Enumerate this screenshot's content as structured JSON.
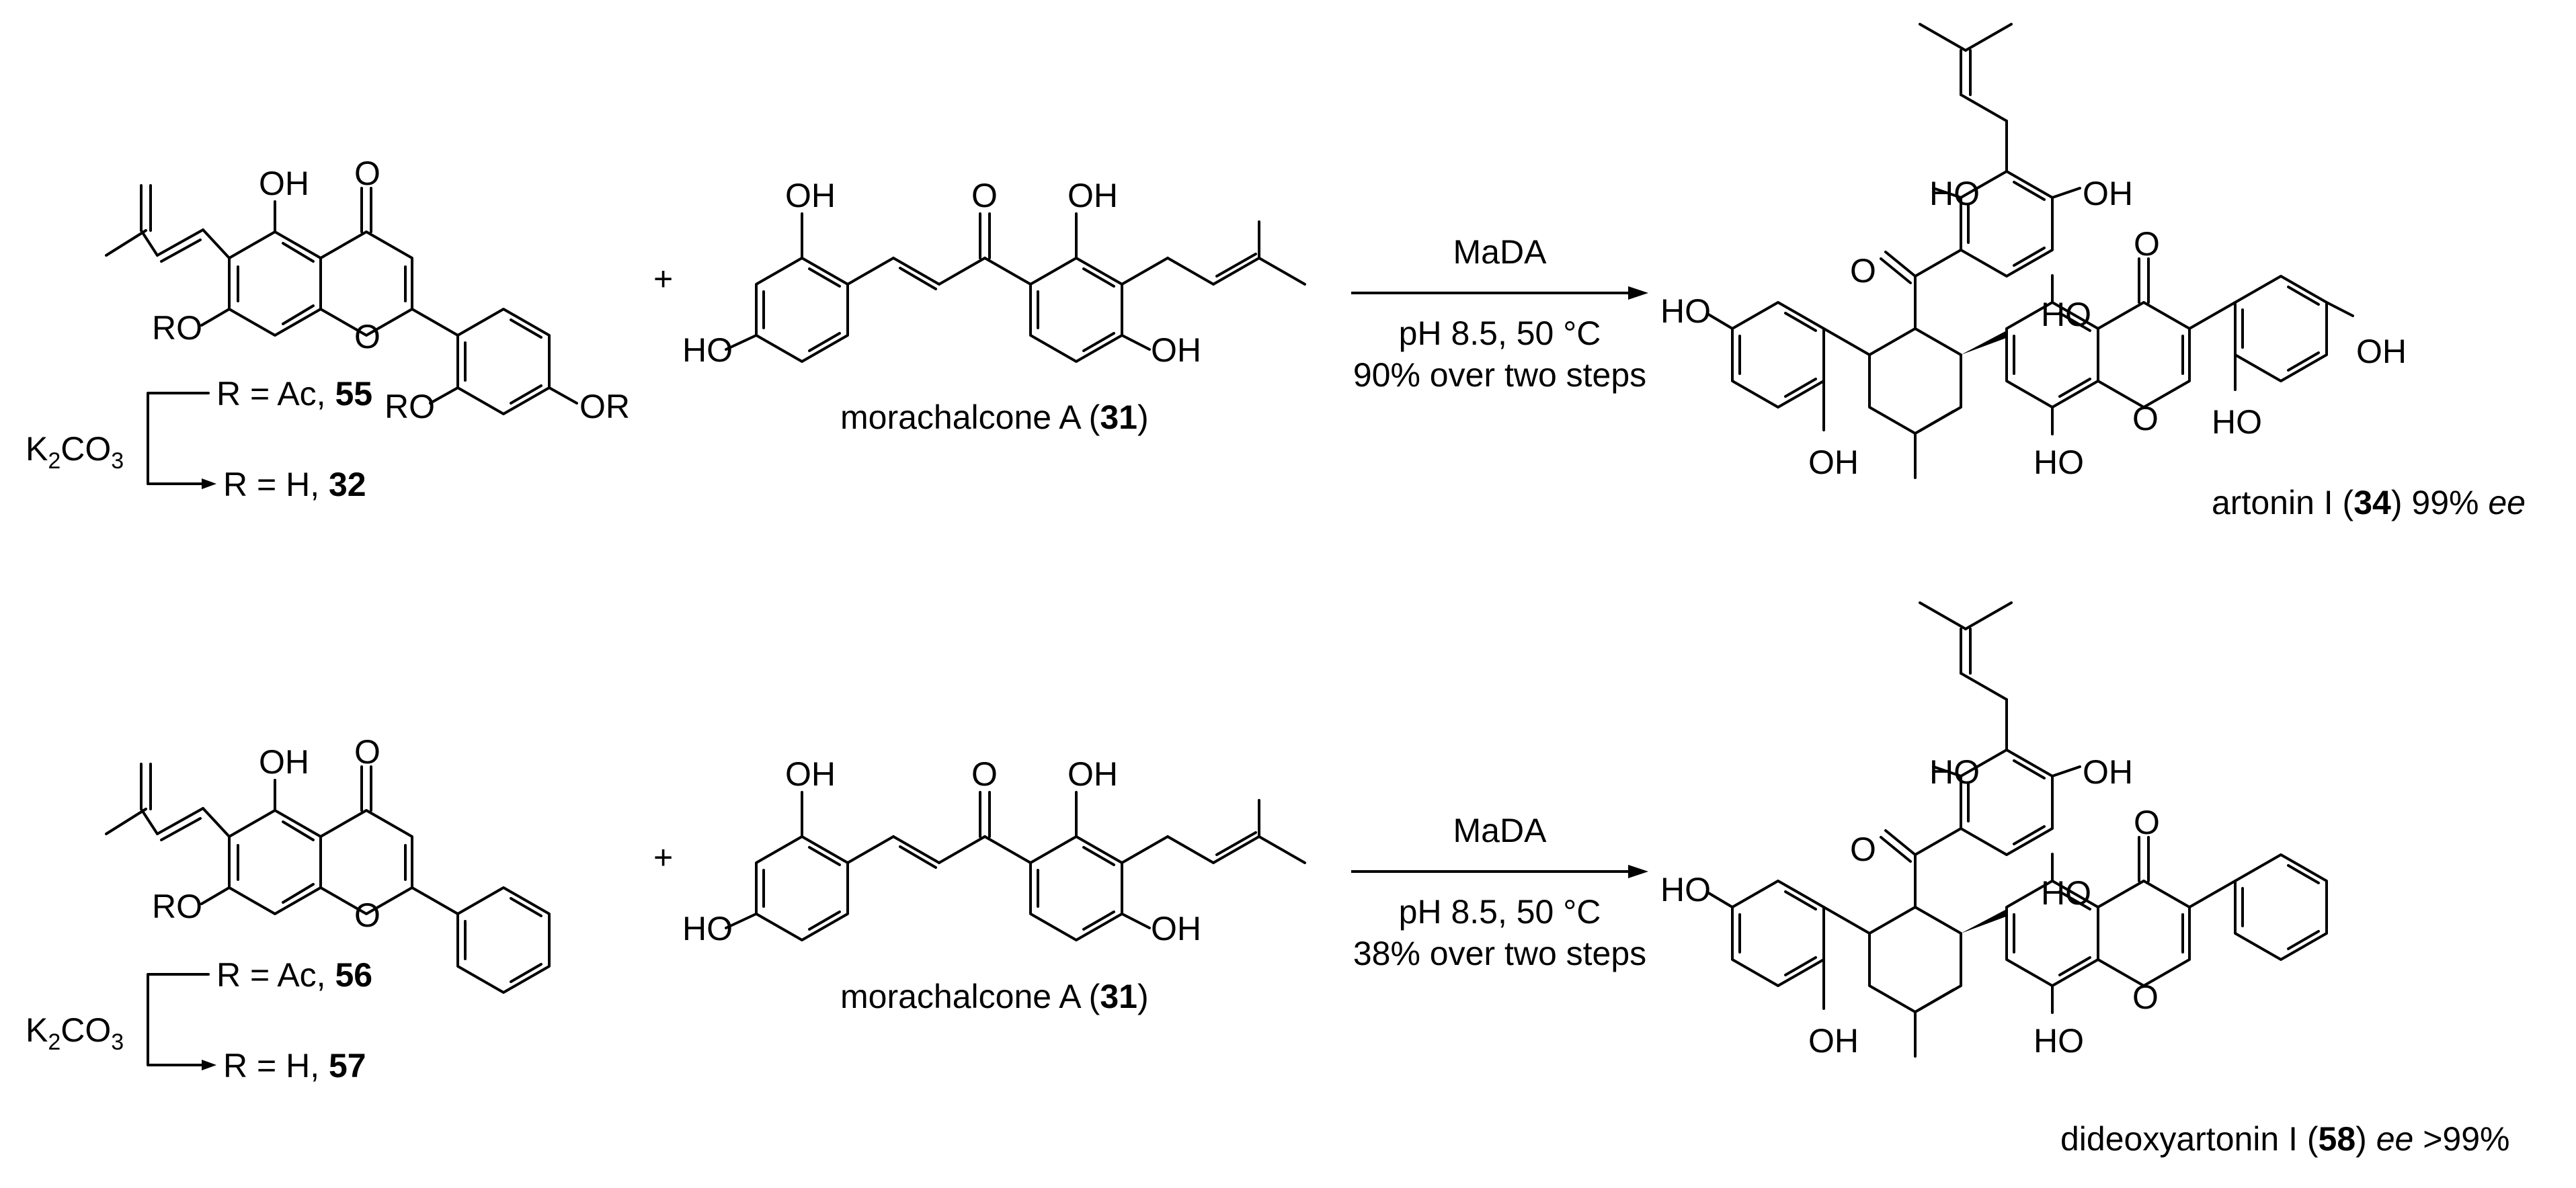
{
  "scheme": {
    "plus": "+",
    "row1": {
      "reagent": "MaDA",
      "conditions_1": "pH 8.5, 50 °C",
      "conditions_2": "90% over two steps",
      "substrate": {
        "r_ac": "R = Ac, ",
        "r_ac_num": "55",
        "r_h": "R = H, ",
        "r_h_num": "32",
        "base": "K",
        "base_sub": "2",
        "base_rest": "CO",
        "base_sub2": "3"
      },
      "chalcone": {
        "name": "morachalcone A (",
        "num": "31",
        "close": ")"
      },
      "product": {
        "name": "artonin I (",
        "num": "34",
        "mid": ") 99% ",
        "ee": "ee"
      }
    },
    "row2": {
      "reagent": "MaDA",
      "conditions_1": "pH 8.5, 50 °C",
      "conditions_2": "38% over two steps",
      "substrate": {
        "r_ac": "R = Ac, ",
        "r_ac_num": "56",
        "r_h": "R = H, ",
        "r_h_num": "57",
        "base": "K",
        "base_sub": "2",
        "base_rest": "CO",
        "base_sub2": "3"
      },
      "chalcone": {
        "name": "morachalcone A (",
        "num": "31",
        "close": ")"
      },
      "product": {
        "name": "dideoxyartonin I (",
        "num": "58",
        "mid": ") ",
        "ee": "ee",
        "tail": " >99%"
      }
    },
    "atoms": {
      "OH": "OH",
      "HO": "HO",
      "O": "O",
      "RO": "RO",
      "OR": "OR"
    }
  }
}
